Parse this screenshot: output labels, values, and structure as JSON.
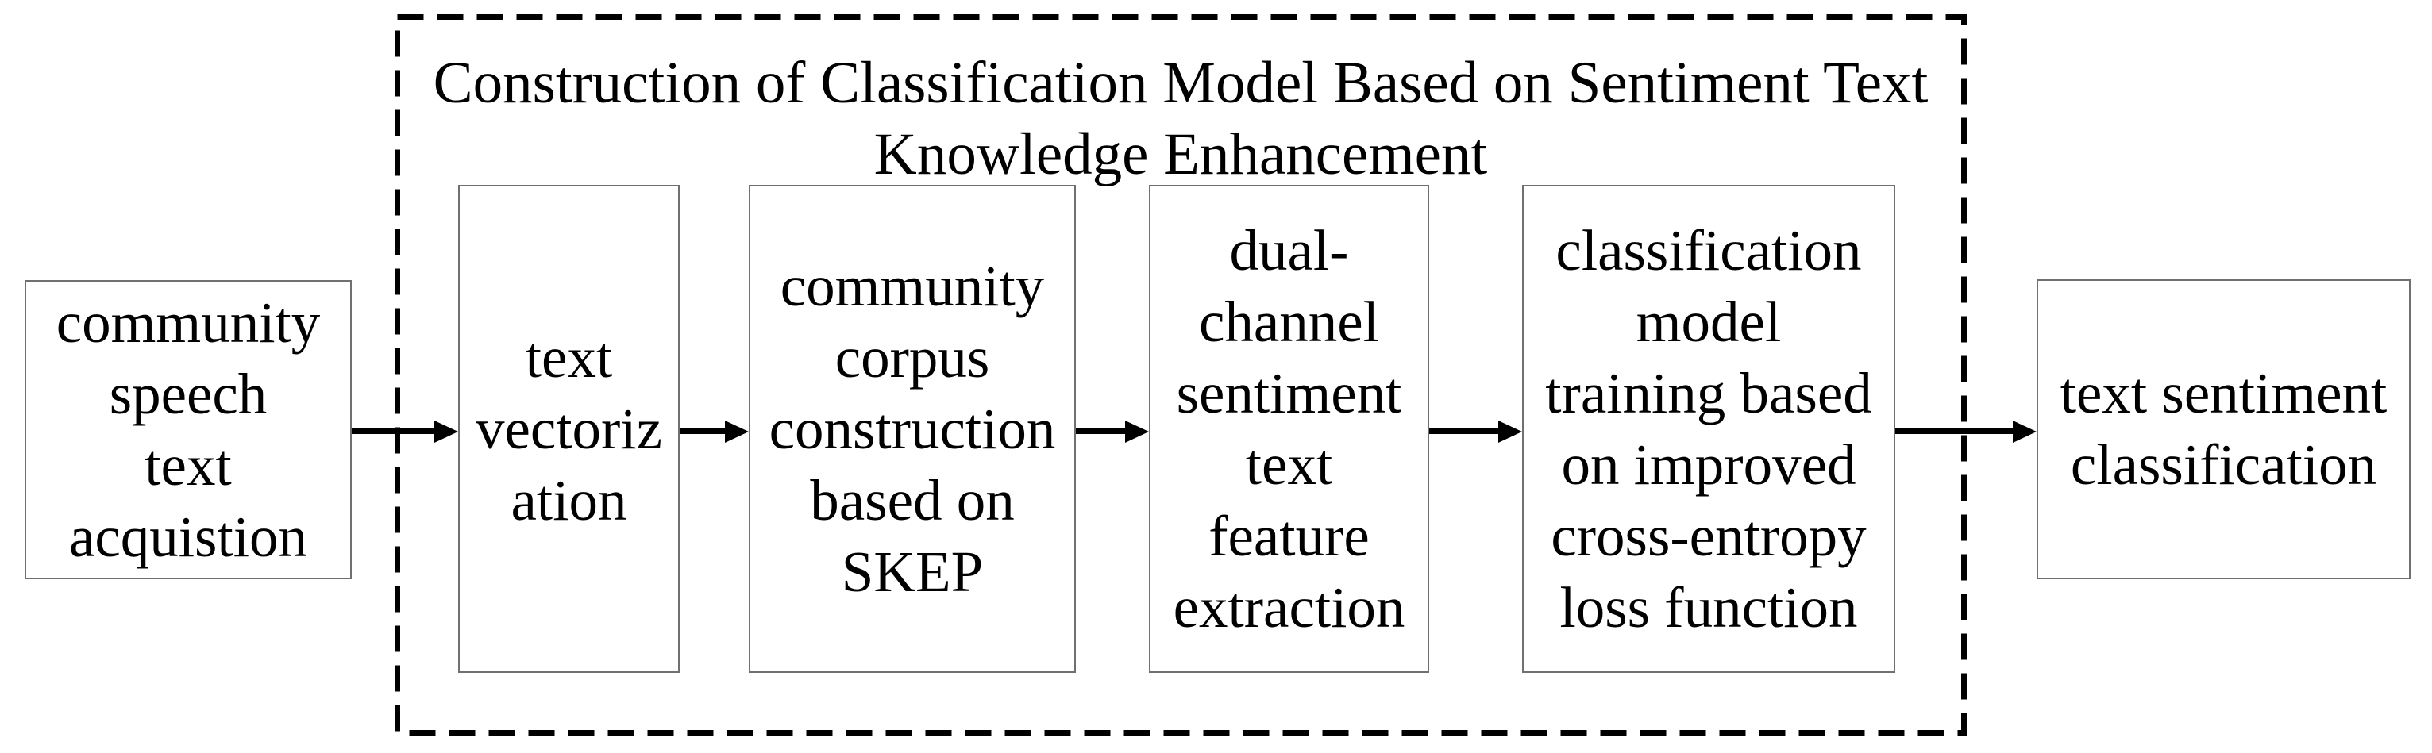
{
  "figure": {
    "title_lines": [
      "Construction of Classification Model Based on Sentiment Text",
      "Knowledge Enhancement"
    ]
  },
  "nodes": [
    {
      "id": "community-speech-text-acquisition",
      "label_lines": [
        "community",
        "speech",
        "text",
        "acquistion"
      ]
    },
    {
      "id": "text-vectorization",
      "label_lines": [
        "text",
        "vectoriz",
        "ation"
      ]
    },
    {
      "id": "community-corpus-construction-skep",
      "label_lines": [
        "community",
        "corpus",
        "construction",
        "based on",
        "SKEP"
      ]
    },
    {
      "id": "dual-channel-sentiment-feature-extraction",
      "label_lines": [
        "dual-",
        "channel",
        "sentiment",
        "text",
        "feature",
        "extraction"
      ]
    },
    {
      "id": "classification-model-training",
      "label_lines": [
        "classification",
        "model",
        "training based",
        "on improved",
        "cross-entropy",
        "loss function"
      ]
    },
    {
      "id": "text-sentiment-classification",
      "label_lines": [
        "text sentiment",
        "classification"
      ]
    }
  ],
  "colors": {
    "ink": "#000000",
    "box_border": "#707070",
    "background": "#ffffff"
  }
}
